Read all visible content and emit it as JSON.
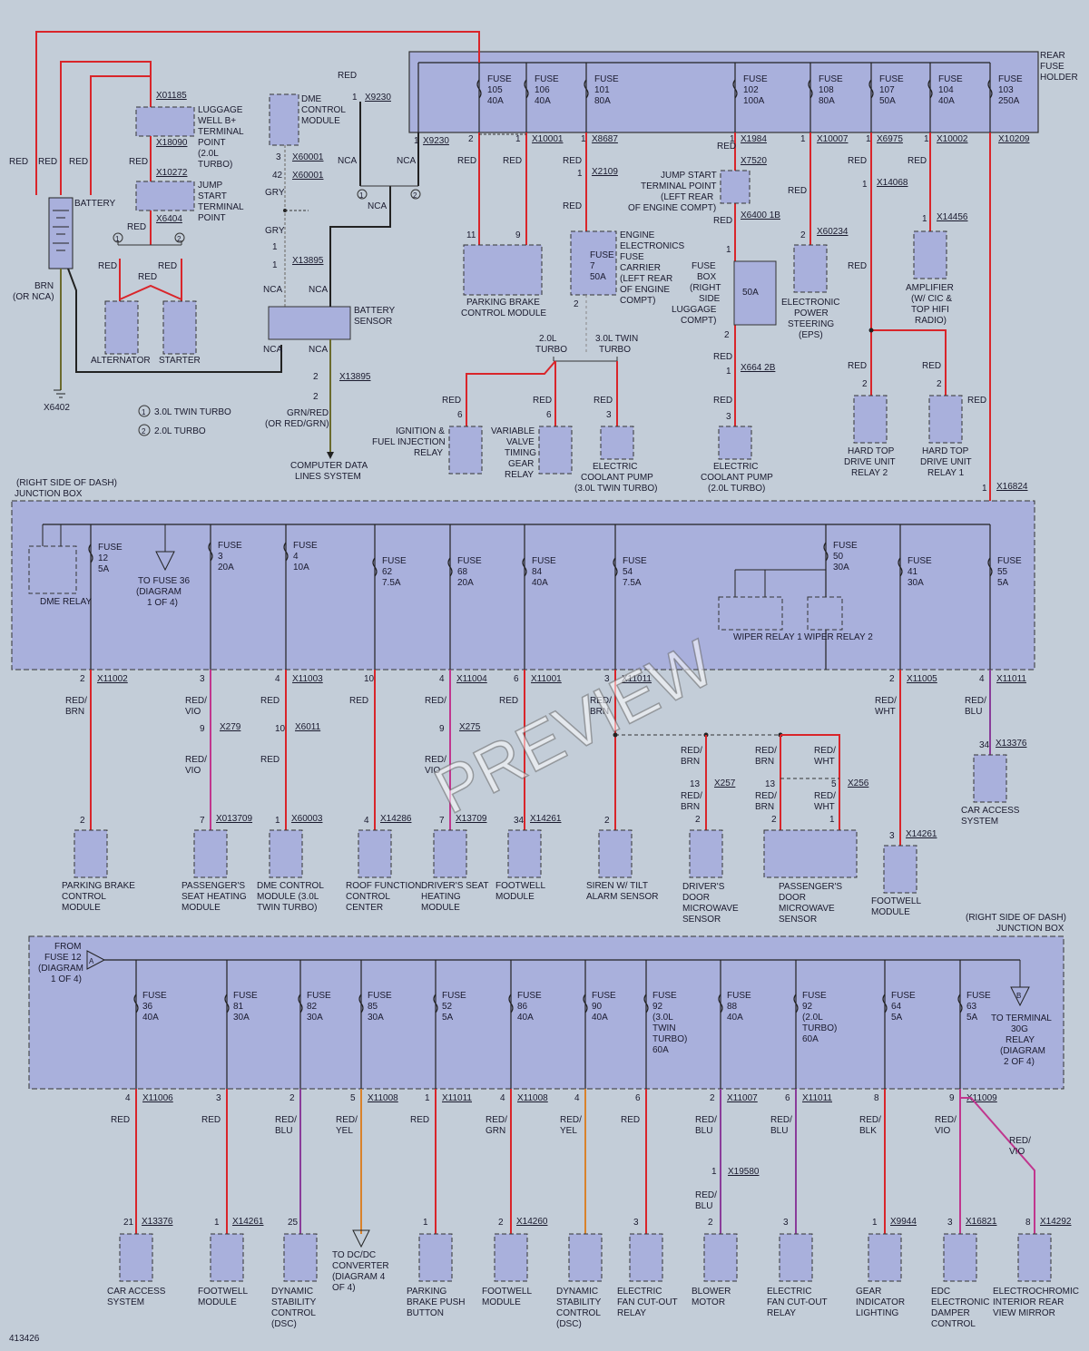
{
  "diagram_id": "413426",
  "watermark": "PREVIEW",
  "colors": {
    "background": "#c3cdd8",
    "box": "#a9b0dc",
    "red": "#d9252a",
    "redvio": "#c0368e",
    "redblu": "#8a3c9a",
    "redyel": "#d9822a",
    "black": "#222222",
    "brn": "#6b6b2e"
  },
  "rear_fuse_holder": {
    "title": "REAR FUSE HOLDER",
    "fuses": [
      {
        "id": "f105",
        "name": "FUSE 105",
        "amp": "40A"
      },
      {
        "id": "f106",
        "name": "FUSE 106",
        "amp": "40A"
      },
      {
        "id": "f101",
        "name": "FUSE 101",
        "amp": "80A"
      },
      {
        "id": "f102",
        "name": "FUSE 102",
        "amp": "100A"
      },
      {
        "id": "f108",
        "name": "FUSE 108",
        "amp": "80A"
      },
      {
        "id": "f107",
        "name": "FUSE 107",
        "amp": "50A"
      },
      {
        "id": "f104",
        "name": "FUSE 104",
        "amp": "40A"
      },
      {
        "id": "f103",
        "name": "FUSE 103",
        "amp": "250A"
      }
    ]
  },
  "top_components": {
    "battery": "BATTERY",
    "alternator": "ALTERNATOR",
    "starter": "STARTER",
    "luggage": "LUGGAGE WELL B+ TERMINAL POINT (2.0L TURBO)",
    "jump": "JUMP START TERMINAL POINT",
    "dme": "DME CONTROL MODULE",
    "battery_sensor": "BATTERY SENSOR",
    "computer_data": "COMPUTER DATA LINES SYSTEM",
    "parking_brake": "PARKING BRAKE CONTROL MODULE",
    "engine_fuse": "ENGINE ELECTRONICS FUSE CARRIER (LEFT REAR OF ENGINE COMPT)",
    "jump_left": "JUMP START TERMINAL POINT (LEFT REAR OF ENGINE COMPT)",
    "fuse_box": "FUSE BOX (RIGHT SIDE LUGGAGE COMPT)",
    "eps": "ELECTRONIC POWER STEERING (EPS)",
    "amplifier": "AMPLIFIER (W/ CIC & TOP HIFI RADIO)",
    "hardtop2": "HARD TOP DRIVE UNIT RELAY 2",
    "hardtop1": "HARD TOP DRIVE UNIT RELAY 1",
    "ignition": "IGNITION & FUEL INJECTION RELAY",
    "vvt": "VARIABLE VALVE TIMING GEAR RELAY",
    "coolant_30": "ELECTRIC COOLANT PUMP (3.0L TWIN TURBO)",
    "coolant_20": "ELECTRIC COOLANT PUMP (2.0L TURBO)",
    "legend1": "3.0L TWIN TURBO",
    "legend2": "2.0L TURBO",
    "turbo20": "2.0L TURBO",
    "turbo30": "3.0L TWIN TURBO",
    "fuse7": "FUSE 7",
    "fuse7a": "50A",
    "fusebox_amp": "50A",
    "ground": "X6402",
    "brn": "BRN (OR NCA)",
    "grnred": "GRN/RED (OR RED/GRN)"
  },
  "junction_box_1": {
    "title": "(RIGHT SIDE OF DASH) JUNCTION BOX",
    "dme_relay": "DME RELAY",
    "to_fuse36": "TO FUSE 36 (DIAGRAM 1 OF 4)",
    "wiper1": "WIPER RELAY 1",
    "wiper2": "WIPER RELAY 2",
    "fuses": [
      {
        "name": "FUSE 12",
        "amp": "5A"
      },
      {
        "name": "FUSE 3",
        "amp": "20A"
      },
      {
        "name": "FUSE 4",
        "amp": "10A"
      },
      {
        "name": "FUSE 62",
        "amp": "7.5A"
      },
      {
        "name": "FUSE 68",
        "amp": "20A"
      },
      {
        "name": "FUSE 84",
        "amp": "40A"
      },
      {
        "name": "FUSE 54",
        "amp": "7.5A"
      },
      {
        "name": "FUSE 50",
        "amp": "30A"
      },
      {
        "name": "FUSE 41",
        "amp": "30A"
      },
      {
        "name": "FUSE 55",
        "amp": "5A"
      }
    ]
  },
  "middle_components": [
    "PARKING BRAKE CONTROL MODULE",
    "PASSENGER'S SEAT HEATING MODULE",
    "DME CONTROL MODULE (3.0L TWIN TURBO)",
    "ROOF FUNCTION CONTROL CENTER",
    "DRIVER'S SEAT HEATING MODULE",
    "FOOTWELL MODULE",
    "SIREN W/ TILT ALARM SENSOR",
    "DRIVER'S DOOR MICROWAVE SENSOR",
    "PASSENGER'S DOOR MICROWAVE SENSOR",
    "FOOTWELL MODULE",
    "CAR ACCESS SYSTEM"
  ],
  "junction_box_2": {
    "title": "(RIGHT SIDE OF DASH) JUNCTION BOX",
    "from": "FROM FUSE 12 (DIAGRAM 1 OF 4)",
    "to_terminal": "TO TERMINAL 30G RELAY (DIAGRAM 2 OF 4)",
    "fuses": [
      {
        "name": "FUSE 36",
        "amp": "40A"
      },
      {
        "name": "FUSE 81",
        "amp": "30A"
      },
      {
        "name": "FUSE 82",
        "amp": "30A"
      },
      {
        "name": "FUSE 85",
        "amp": "30A"
      },
      {
        "name": "FUSE 52",
        "amp": "5A"
      },
      {
        "name": "FUSE 86",
        "amp": "40A"
      },
      {
        "name": "FUSE 90",
        "amp": "40A"
      },
      {
        "name": "FUSE 92 (3.0L TWIN TURBO)",
        "amp": "60A"
      },
      {
        "name": "FUSE 88",
        "amp": "40A"
      },
      {
        "name": "FUSE 92 (2.0L TURBO)",
        "amp": "60A"
      },
      {
        "name": "FUSE 64",
        "amp": "5A"
      },
      {
        "name": "FUSE 63",
        "amp": "5A"
      }
    ]
  },
  "bottom_components": [
    "CAR ACCESS SYSTEM",
    "FOOTWELL MODULE",
    "DYNAMIC STABILITY CONTROL (DSC)",
    "TO DC/DC CONVERTER (DIAGRAM 4 OF 4)",
    "PARKING BRAKE PUSH BUTTON",
    "FOOTWELL MODULE",
    "DYNAMIC STABILITY CONTROL (DSC)",
    "ELECTRIC FAN CUT-OUT RELAY",
    "BLOWER MOTOR",
    "ELECTRIC FAN CUT-OUT RELAY",
    "GEAR INDICATOR LIGHTING",
    "EDC ELECTRONIC DAMPER CONTROL",
    "ELECTROCHROMIC INTERIOR REAR VIEW MIRROR"
  ]
}
